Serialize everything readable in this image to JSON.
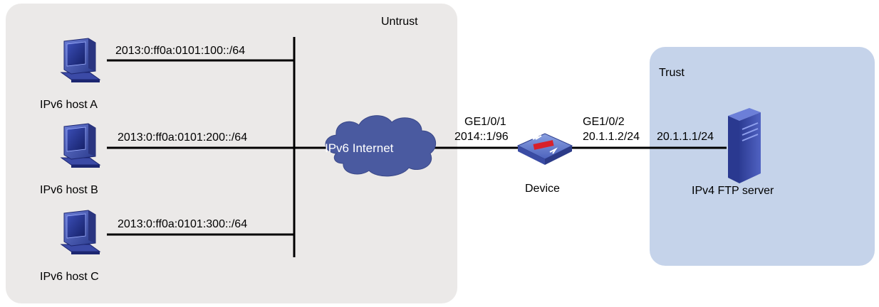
{
  "zones": {
    "untrust": {
      "label": "Untrust",
      "color": "#ebe9e8"
    },
    "trust": {
      "label": "Trust",
      "color": "#c5d3ea"
    }
  },
  "hosts": [
    {
      "label": "IPv6 host A",
      "subnet": "2013:0:ff0a:0101:100::/64",
      "icon": "computer-icon"
    },
    {
      "label": "IPv6 host B",
      "subnet": "2013:0:ff0a:0101:200::/64",
      "icon": "computer-icon"
    },
    {
      "label": "IPv6 host C",
      "subnet": "2013:0:ff0a:0101:300::/64",
      "icon": "computer-icon"
    }
  ],
  "cloud": {
    "label": "IPv6 Internet",
    "color": "#4a5aa0",
    "icon": "cloud-icon"
  },
  "device": {
    "label": "Device",
    "icon": "firewall-icon",
    "left_interface": {
      "name": "GE1/0/1",
      "address": "2014::1/96"
    },
    "right_interface": {
      "name": "GE1/0/2",
      "address": "20.1.1.2/24"
    }
  },
  "server": {
    "label": "IPv4 FTP server",
    "address": "20.1.1.1/24",
    "icon": "server-icon"
  }
}
